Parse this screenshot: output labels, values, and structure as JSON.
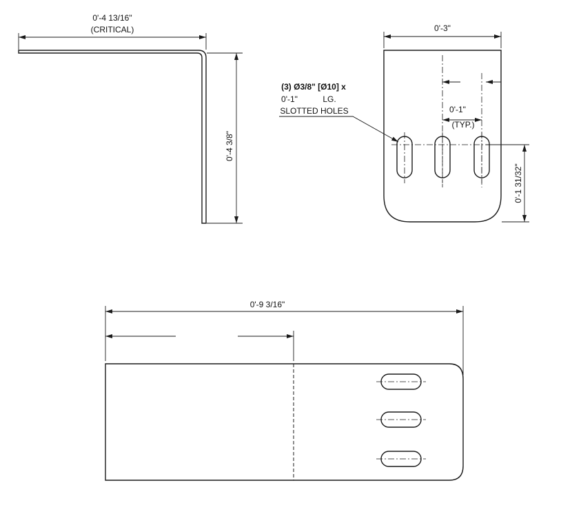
{
  "side_view": {
    "width_dim": "0'-4 13/16\"",
    "width_note": "(CRITICAL)",
    "height_dim": "0'-4 3/8\""
  },
  "front_view": {
    "width_dim": "0'-3\"",
    "callout_line1": "(3) Ø3/8\" [Ø10] x",
    "callout_line2_len": "0'-1\"",
    "callout_line2_lg": "LG.",
    "callout_line3": "SLOTTED HOLES",
    "spacing_dim": "0'-1\"",
    "spacing_note": "(TYP.)",
    "height_dim": "0'-1 31/32\""
  },
  "flat_view": {
    "length_dim": "0'-9 3/16\""
  }
}
